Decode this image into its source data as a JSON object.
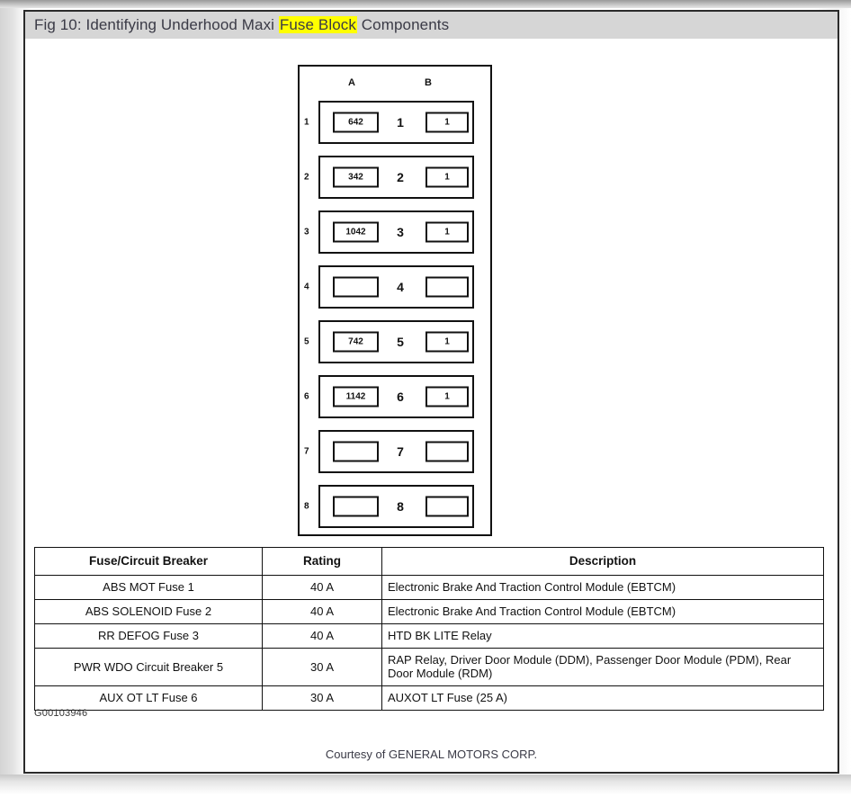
{
  "caption": {
    "prefix": "Fig 10: Identifying Underhood Maxi ",
    "highlight": "Fuse Block",
    "suffix": " Components"
  },
  "diagram": {
    "column_headers": {
      "a": "A",
      "b": "B"
    },
    "rows": [
      {
        "row_label": "1",
        "slot_a": "642",
        "middle": "1",
        "slot_b": "1"
      },
      {
        "row_label": "2",
        "slot_a": "342",
        "middle": "2",
        "slot_b": "1"
      },
      {
        "row_label": "3",
        "slot_a": "1042",
        "middle": "3",
        "slot_b": "1"
      },
      {
        "row_label": "4",
        "slot_a": "",
        "middle": "4",
        "slot_b": ""
      },
      {
        "row_label": "5",
        "slot_a": "742",
        "middle": "5",
        "slot_b": "1"
      },
      {
        "row_label": "6",
        "slot_a": "1142",
        "middle": "6",
        "slot_b": "1"
      },
      {
        "row_label": "7",
        "slot_a": "",
        "middle": "7",
        "slot_b": ""
      },
      {
        "row_label": "8",
        "slot_a": "",
        "middle": "8",
        "slot_b": ""
      }
    ]
  },
  "table": {
    "headers": [
      "Fuse/Circuit Breaker",
      "Rating",
      "Description"
    ],
    "rows": [
      {
        "name": "ABS MOT Fuse 1",
        "rating": "40 A",
        "description": "Electronic Brake And Traction Control Module (EBTCM)"
      },
      {
        "name": "ABS SOLENOID Fuse 2",
        "rating": "40 A",
        "description": "Electronic Brake And Traction Control Module (EBTCM)"
      },
      {
        "name": "RR DEFOG Fuse 3",
        "rating": "40 A",
        "description": "HTD BK LITE Relay"
      },
      {
        "name": "PWR WDO Circuit Breaker 5",
        "rating": "30 A",
        "description": "RAP Relay, Driver Door Module (DDM), Passenger Door Module (PDM), Rear Door Module (RDM)"
      },
      {
        "name": "AUX OT LT Fuse 6",
        "rating": "30 A",
        "description": "AUXOT LT Fuse (25 A)"
      }
    ]
  },
  "figure_id": "G00103946",
  "courtesy": "Courtesy of GENERAL MOTORS CORP."
}
